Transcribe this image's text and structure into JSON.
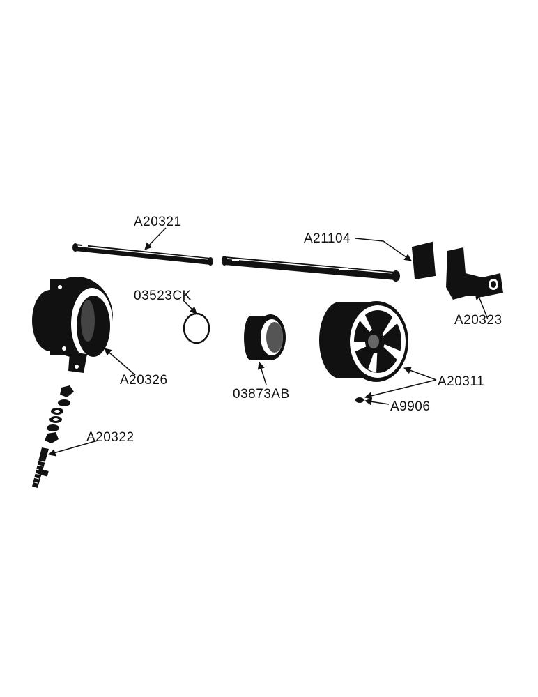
{
  "diagram": {
    "labels": {
      "a20321": "A20321",
      "a21104": "A21104",
      "o3523ck": "03523CK",
      "a20323": "A20323",
      "a20326": "A20326",
      "o3873ab": "03873AB",
      "a20311": "A20311",
      "a9906": "A9906",
      "a20322": "A20322"
    }
  }
}
